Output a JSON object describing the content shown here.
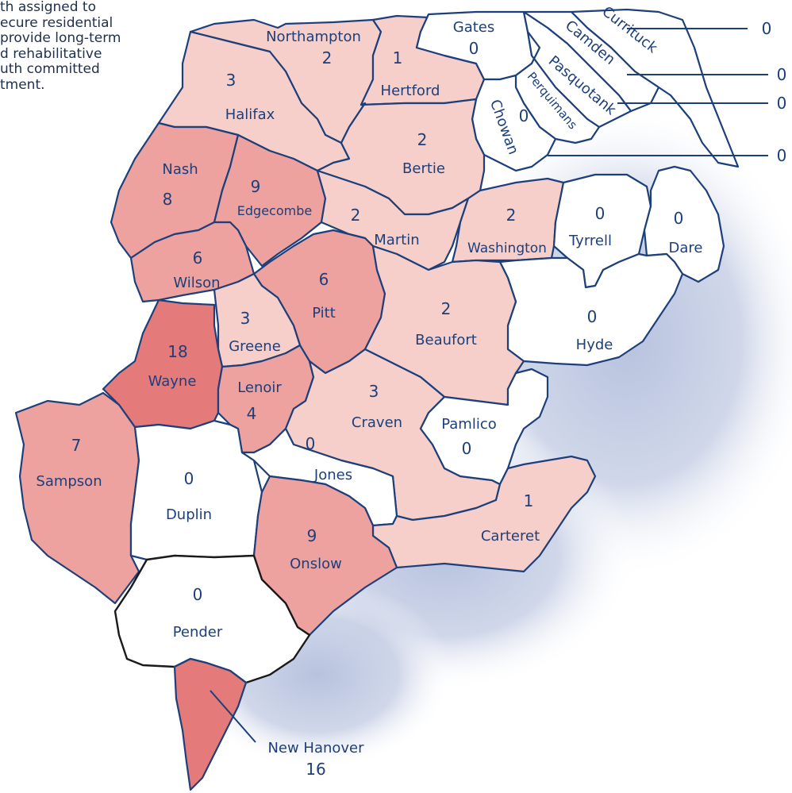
{
  "intro_text": [
    "th assigned to",
    "ecure residential",
    "provide long-term",
    "d rehabilitative",
    "uth committed",
    "tment."
  ],
  "colors": {
    "count_0": "#ffffff",
    "count_1_3": "#f6cfca",
    "count_4_9": "#eda2a0",
    "count_16_18": "#e47a7a",
    "border": "#1d3f7a",
    "water": "#b7c2de"
  },
  "counties": [
    {
      "id": "northampton",
      "name": "Northampton",
      "count": "2"
    },
    {
      "id": "hertford",
      "name": "Hertford",
      "count": "1"
    },
    {
      "id": "gates",
      "name": "Gates",
      "count": "0"
    },
    {
      "id": "currituck",
      "name": "Currituck",
      "count": "0"
    },
    {
      "id": "camden",
      "name": "Camden",
      "count": "0"
    },
    {
      "id": "pasquotank",
      "name": "Pasquotank",
      "count": "0"
    },
    {
      "id": "perquimans",
      "name": "Perquimans",
      "count": "0"
    },
    {
      "id": "chowan",
      "name": "Chowan",
      "count": "0"
    },
    {
      "id": "halifax",
      "name": "Halifax",
      "count": "3"
    },
    {
      "id": "bertie",
      "name": "Bertie",
      "count": "2"
    },
    {
      "id": "nash",
      "name": "Nash",
      "count": "8"
    },
    {
      "id": "edgecombe",
      "name": "Edgecombe",
      "count": "9"
    },
    {
      "id": "martin",
      "name": "Martin",
      "count": "2"
    },
    {
      "id": "washington",
      "name": "Washington",
      "count": "2"
    },
    {
      "id": "tyrrell",
      "name": "Tyrrell",
      "count": "0"
    },
    {
      "id": "dare",
      "name": "Dare",
      "count": "0"
    },
    {
      "id": "wilson",
      "name": "Wilson",
      "count": "6"
    },
    {
      "id": "pitt",
      "name": "Pitt",
      "count": "6"
    },
    {
      "id": "hyde",
      "name": "Hyde",
      "count": "0"
    },
    {
      "id": "greene",
      "name": "Greene",
      "count": "3"
    },
    {
      "id": "beaufort",
      "name": "Beaufort",
      "count": "2"
    },
    {
      "id": "wayne",
      "name": "Wayne",
      "count": "18"
    },
    {
      "id": "lenoir",
      "name": "Lenoir",
      "count": "4"
    },
    {
      "id": "craven",
      "name": "Craven",
      "count": "3"
    },
    {
      "id": "pamlico",
      "name": "Pamlico",
      "count": "0"
    },
    {
      "id": "sampson",
      "name": "Sampson",
      "count": "7"
    },
    {
      "id": "duplin",
      "name": "Duplin",
      "count": "0"
    },
    {
      "id": "jones",
      "name": "Jones",
      "count": "0"
    },
    {
      "id": "carteret",
      "name": "Carteret",
      "count": "1"
    },
    {
      "id": "onslow",
      "name": "Onslow",
      "count": "9"
    },
    {
      "id": "pender",
      "name": "Pender",
      "count": "0"
    },
    {
      "id": "newhanover",
      "name": "New Hanover",
      "count": "16"
    }
  ]
}
